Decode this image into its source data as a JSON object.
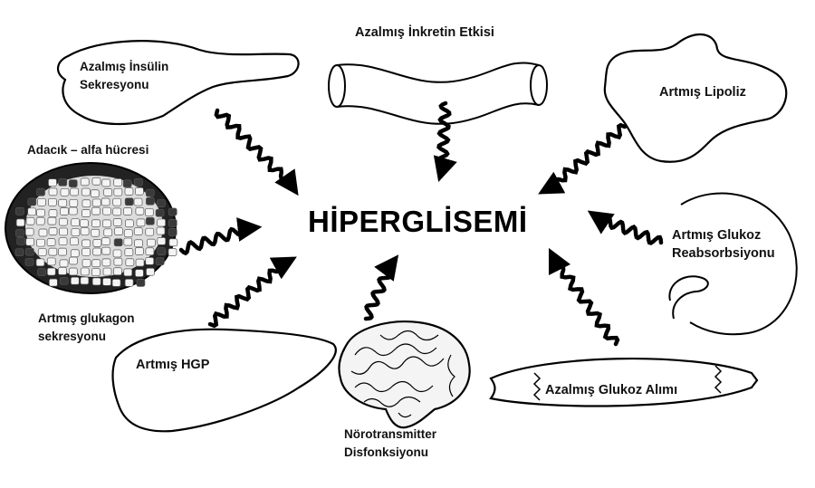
{
  "diagram": {
    "center_title": "HİPERGLİSEMİ",
    "nodes": {
      "insulin": {
        "line1": "Azalmış İnsülin",
        "line2": "Sekresyonu"
      },
      "incretin": {
        "label": "Azalmış İnkretin Etkisi"
      },
      "lipolysis": {
        "label": "Artmış Lipoliz"
      },
      "islet": {
        "label": "Adacık – alfa hücresi"
      },
      "glucose_reabsorption": {
        "line1": "Artmış Glukoz",
        "line2": "Reabsorbsiyonu"
      },
      "glucagon": {
        "line1": "Artmış glukagon",
        "line2": "sekresyonu"
      },
      "hgp": {
        "label": "Artmış HGP"
      },
      "neurotransmitter": {
        "line1": "Nörotransmitter",
        "line2": "Disfonksiyonu"
      },
      "glucose_uptake": {
        "label": "Azalmış Glukoz Alımı"
      }
    },
    "colors": {
      "ink": "#000000",
      "background": "#ffffff",
      "cell_fill": "#dcdcdc",
      "cell_dark": "#3a3a3a"
    },
    "icons": [
      "pancreas-icon",
      "intestine-icon",
      "adipose-icon",
      "islet-icon",
      "kidney-icon",
      "liver-icon",
      "brain-icon",
      "muscle-icon",
      "wavy-arrow-icon"
    ]
  }
}
